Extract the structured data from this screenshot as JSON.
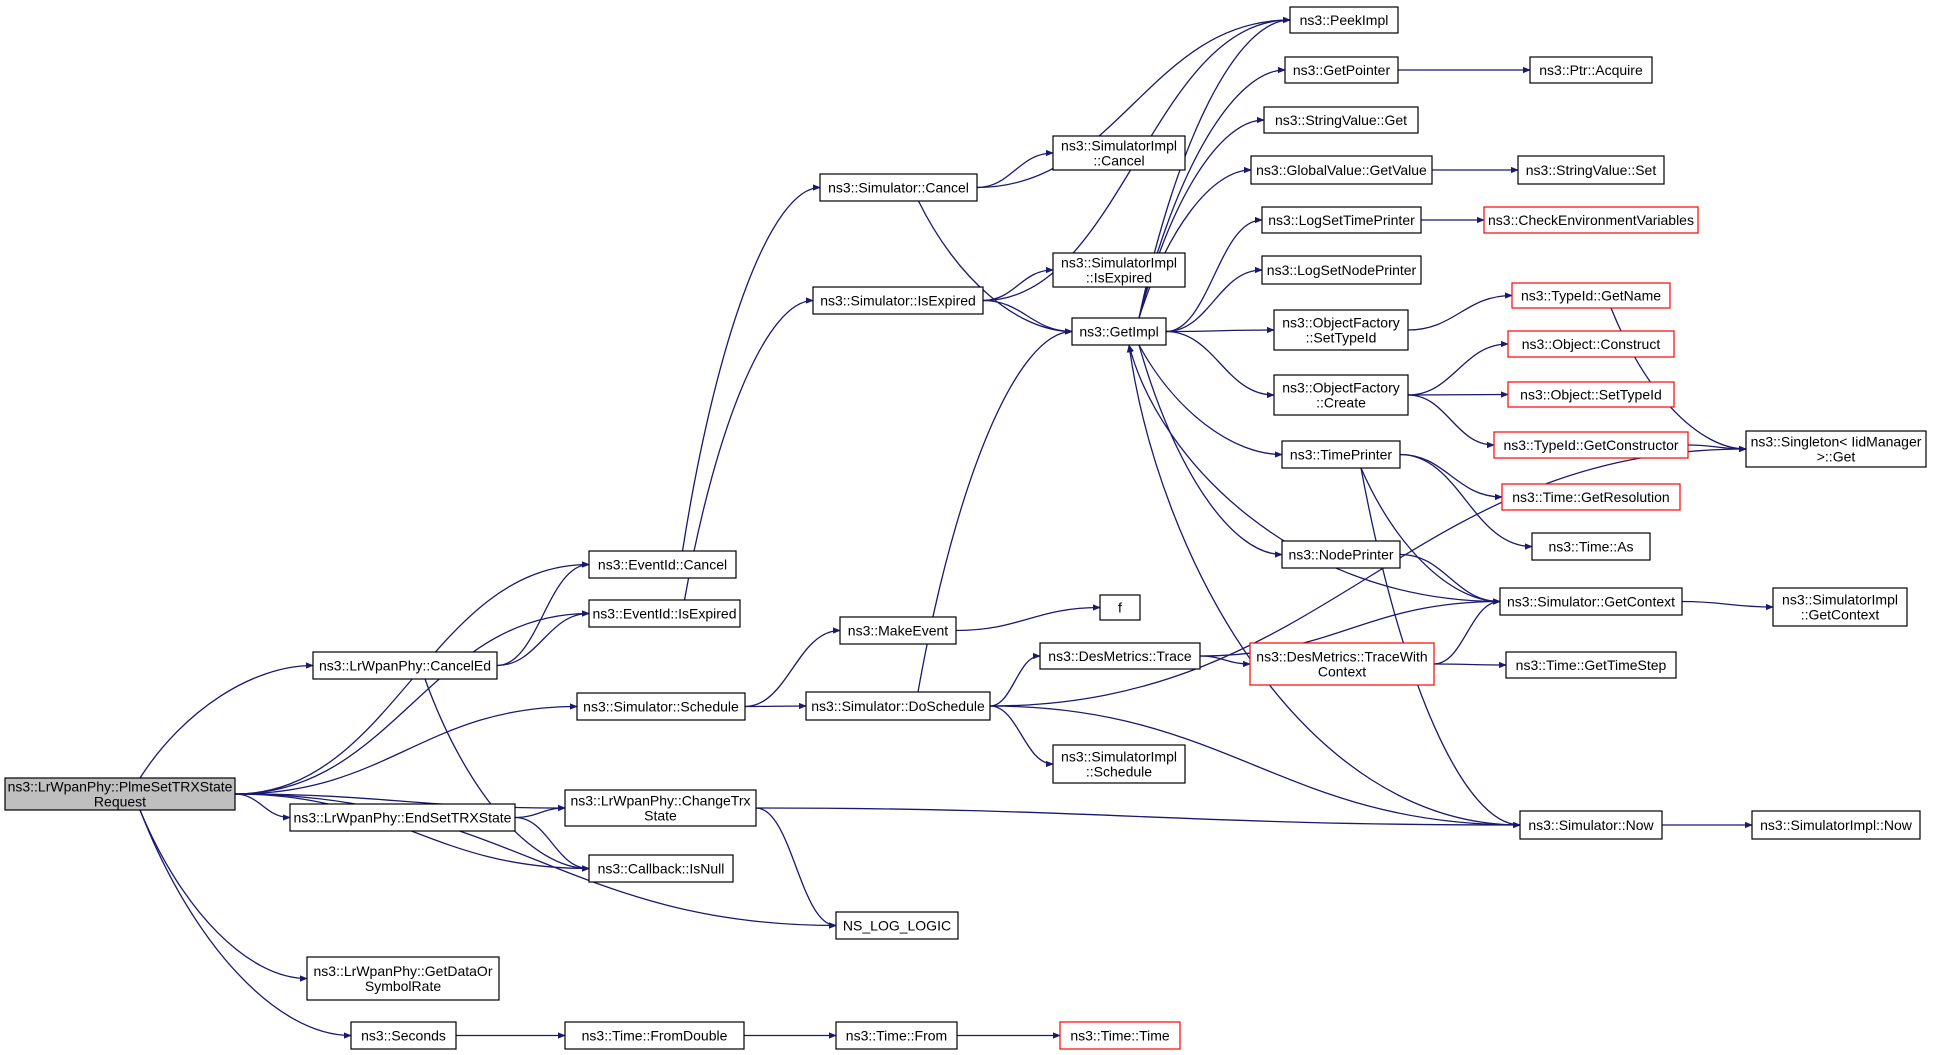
{
  "colors": {
    "edge": "#191970",
    "node_border": "#000000",
    "node_border_truncated": "#ff0000",
    "node_fill": "#ffffff",
    "root_fill": "#bfbfbf"
  },
  "nodes": [
    {
      "id": "root",
      "lines": [
        "ns3::LrWpanPhy::PlmeSetTRXState",
        "Request"
      ],
      "kind": "root"
    },
    {
      "id": "eventid_cancel",
      "lines": [
        "ns3::EventId::Cancel"
      ],
      "kind": "normal"
    },
    {
      "id": "eventid_isexpired",
      "lines": [
        "ns3::EventId::IsExpired"
      ],
      "kind": "normal"
    },
    {
      "id": "canceled",
      "lines": [
        "ns3::LrWpanPhy::CancelEd"
      ],
      "kind": "normal"
    },
    {
      "id": "sim_schedule",
      "lines": [
        "ns3::Simulator::Schedule"
      ],
      "kind": "normal"
    },
    {
      "id": "changetrx",
      "lines": [
        "ns3::LrWpanPhy::ChangeTrx",
        "State"
      ],
      "kind": "normal"
    },
    {
      "id": "endsettrx",
      "lines": [
        "ns3::LrWpanPhy::EndSetTRXState"
      ],
      "kind": "normal"
    },
    {
      "id": "cb_isnull",
      "lines": [
        "ns3::Callback::IsNull"
      ],
      "kind": "normal"
    },
    {
      "id": "ns_log_logic",
      "lines": [
        "NS_LOG_LOGIC"
      ],
      "kind": "normal"
    },
    {
      "id": "getdataor",
      "lines": [
        "ns3::LrWpanPhy::GetDataOr",
        "SymbolRate"
      ],
      "kind": "normal"
    },
    {
      "id": "seconds",
      "lines": [
        "ns3::Seconds"
      ],
      "kind": "normal"
    },
    {
      "id": "sim_cancel",
      "lines": [
        "ns3::Simulator::Cancel"
      ],
      "kind": "normal"
    },
    {
      "id": "sim_isexpired",
      "lines": [
        "ns3::Simulator::IsExpired"
      ],
      "kind": "normal"
    },
    {
      "id": "makeevent",
      "lines": [
        "ns3::MakeEvent"
      ],
      "kind": "normal"
    },
    {
      "id": "doschedule",
      "lines": [
        "ns3::Simulator::DoSchedule"
      ],
      "kind": "normal"
    },
    {
      "id": "fromdouble",
      "lines": [
        "ns3::Time::FromDouble"
      ],
      "kind": "normal"
    },
    {
      "id": "simimpl_cancel",
      "lines": [
        "ns3::SimulatorImpl",
        "::Cancel"
      ],
      "kind": "normal"
    },
    {
      "id": "simimpl_isexpired",
      "lines": [
        "ns3::SimulatorImpl",
        "::IsExpired"
      ],
      "kind": "normal"
    },
    {
      "id": "getimpl",
      "lines": [
        "ns3::GetImpl"
      ],
      "kind": "normal"
    },
    {
      "id": "f",
      "lines": [
        "f"
      ],
      "kind": "normal"
    },
    {
      "id": "desmetrics_trace",
      "lines": [
        "ns3::DesMetrics::Trace"
      ],
      "kind": "normal"
    },
    {
      "id": "simimpl_schedule",
      "lines": [
        "ns3::SimulatorImpl",
        "::Schedule"
      ],
      "kind": "normal"
    },
    {
      "id": "time_from",
      "lines": [
        "ns3::Time::From"
      ],
      "kind": "normal"
    },
    {
      "id": "peekimpl",
      "lines": [
        "ns3::PeekImpl"
      ],
      "kind": "normal"
    },
    {
      "id": "getpointer",
      "lines": [
        "ns3::GetPointer"
      ],
      "kind": "normal"
    },
    {
      "id": "stringvalue_get",
      "lines": [
        "ns3::StringValue::Get"
      ],
      "kind": "normal"
    },
    {
      "id": "globalvalue_getvalue",
      "lines": [
        "ns3::GlobalValue::GetValue"
      ],
      "kind": "normal"
    },
    {
      "id": "logsettimeprinter",
      "lines": [
        "ns3::LogSetTimePrinter"
      ],
      "kind": "normal"
    },
    {
      "id": "logsetnodeprinter",
      "lines": [
        "ns3::LogSetNodePrinter"
      ],
      "kind": "normal"
    },
    {
      "id": "objfactory_settypeid",
      "lines": [
        "ns3::ObjectFactory",
        "::SetTypeId"
      ],
      "kind": "normal"
    },
    {
      "id": "objfactory_create",
      "lines": [
        "ns3::ObjectFactory",
        "::Create"
      ],
      "kind": "normal"
    },
    {
      "id": "timeprinter",
      "lines": [
        "ns3::TimePrinter"
      ],
      "kind": "normal"
    },
    {
      "id": "nodeprinter",
      "lines": [
        "ns3::NodePrinter"
      ],
      "kind": "normal"
    },
    {
      "id": "tracewithcontext",
      "lines": [
        "ns3::DesMetrics::TraceWith",
        "Context"
      ],
      "kind": "truncated"
    },
    {
      "id": "time_time",
      "lines": [
        "ns3::Time::Time"
      ],
      "kind": "truncated"
    },
    {
      "id": "ptr_acquire",
      "lines": [
        "ns3::Ptr::Acquire"
      ],
      "kind": "normal"
    },
    {
      "id": "stringvalue_set",
      "lines": [
        "ns3::StringValue::Set"
      ],
      "kind": "normal"
    },
    {
      "id": "checkenv",
      "lines": [
        "ns3::CheckEnvironmentVariables"
      ],
      "kind": "truncated"
    },
    {
      "id": "typeid_getname",
      "lines": [
        "ns3::TypeId::GetName"
      ],
      "kind": "truncated"
    },
    {
      "id": "object_construct",
      "lines": [
        "ns3::Object::Construct"
      ],
      "kind": "truncated"
    },
    {
      "id": "object_settypeid",
      "lines": [
        "ns3::Object::SetTypeId"
      ],
      "kind": "truncated"
    },
    {
      "id": "typeid_getconstructor",
      "lines": [
        "ns3::TypeId::GetConstructor"
      ],
      "kind": "truncated"
    },
    {
      "id": "time_getresolution",
      "lines": [
        "ns3::Time::GetResolution"
      ],
      "kind": "truncated"
    },
    {
      "id": "time_as",
      "lines": [
        "ns3::Time::As"
      ],
      "kind": "normal"
    },
    {
      "id": "sim_getcontext",
      "lines": [
        "ns3::Simulator::GetContext"
      ],
      "kind": "normal"
    },
    {
      "id": "time_gettimestep",
      "lines": [
        "ns3::Time::GetTimeStep"
      ],
      "kind": "normal"
    },
    {
      "id": "sim_now",
      "lines": [
        "ns3::Simulator::Now"
      ],
      "kind": "normal"
    },
    {
      "id": "singleton_get",
      "lines": [
        "ns3::Singleton< IidManager",
        ">::Get"
      ],
      "kind": "normal"
    },
    {
      "id": "simimpl_getcontext",
      "lines": [
        "ns3::SimulatorImpl",
        "::GetContext"
      ],
      "kind": "normal"
    },
    {
      "id": "simimpl_now",
      "lines": [
        "ns3::SimulatorImpl::Now"
      ],
      "kind": "normal"
    }
  ],
  "edges": [
    [
      "root",
      "eventid_cancel"
    ],
    [
      "root",
      "eventid_isexpired"
    ],
    [
      "root",
      "canceled"
    ],
    [
      "root",
      "sim_schedule"
    ],
    [
      "root",
      "changetrx"
    ],
    [
      "root",
      "endsettrx"
    ],
    [
      "root",
      "cb_isnull"
    ],
    [
      "root",
      "ns_log_logic"
    ],
    [
      "root",
      "getdataor"
    ],
    [
      "root",
      "seconds"
    ],
    [
      "canceled",
      "eventid_cancel"
    ],
    [
      "canceled",
      "eventid_isexpired"
    ],
    [
      "canceled",
      "cb_isnull"
    ],
    [
      "endsettrx",
      "changetrx"
    ],
    [
      "endsettrx",
      "cb_isnull"
    ],
    [
      "eventid_cancel",
      "sim_cancel"
    ],
    [
      "eventid_isexpired",
      "sim_isexpired"
    ],
    [
      "sim_schedule",
      "makeevent"
    ],
    [
      "sim_schedule",
      "doschedule"
    ],
    [
      "changetrx",
      "ns_log_logic"
    ],
    [
      "changetrx",
      "sim_now"
    ],
    [
      "seconds",
      "fromdouble"
    ],
    [
      "fromdouble",
      "time_from"
    ],
    [
      "time_from",
      "time_time"
    ],
    [
      "sim_cancel",
      "simimpl_cancel"
    ],
    [
      "sim_cancel",
      "getimpl"
    ],
    [
      "sim_cancel",
      "peekimpl"
    ],
    [
      "sim_isexpired",
      "simimpl_isexpired"
    ],
    [
      "sim_isexpired",
      "getimpl"
    ],
    [
      "sim_isexpired",
      "peekimpl"
    ],
    [
      "makeevent",
      "f"
    ],
    [
      "doschedule",
      "getimpl"
    ],
    [
      "doschedule",
      "desmetrics_trace"
    ],
    [
      "doschedule",
      "simimpl_schedule"
    ],
    [
      "doschedule",
      "sim_now"
    ],
    [
      "doschedule",
      "singleton_get"
    ],
    [
      "getimpl",
      "peekimpl"
    ],
    [
      "getimpl",
      "getpointer"
    ],
    [
      "getimpl",
      "stringvalue_get"
    ],
    [
      "getimpl",
      "globalvalue_getvalue"
    ],
    [
      "getimpl",
      "logsettimeprinter"
    ],
    [
      "getimpl",
      "logsetnodeprinter"
    ],
    [
      "getimpl",
      "objfactory_settypeid"
    ],
    [
      "getimpl",
      "objfactory_create"
    ],
    [
      "getimpl",
      "timeprinter"
    ],
    [
      "getimpl",
      "nodeprinter"
    ],
    [
      "desmetrics_trace",
      "tracewithcontext"
    ],
    [
      "desmetrics_trace",
      "sim_getcontext"
    ],
    [
      "tracewithcontext",
      "sim_getcontext"
    ],
    [
      "tracewithcontext",
      "time_gettimestep"
    ],
    [
      "getpointer",
      "ptr_acquire"
    ],
    [
      "globalvalue_getvalue",
      "stringvalue_set"
    ],
    [
      "logsettimeprinter",
      "checkenv"
    ],
    [
      "objfactory_settypeid",
      "typeid_getname"
    ],
    [
      "objfactory_create",
      "object_construct"
    ],
    [
      "objfactory_create",
      "object_settypeid"
    ],
    [
      "objfactory_create",
      "typeid_getconstructor"
    ],
    [
      "timeprinter",
      "time_getresolution"
    ],
    [
      "timeprinter",
      "time_as"
    ],
    [
      "timeprinter",
      "sim_getcontext"
    ],
    [
      "timeprinter",
      "sim_now"
    ],
    [
      "nodeprinter",
      "sim_getcontext"
    ],
    [
      "typeid_getname",
      "singleton_get"
    ],
    [
      "typeid_getconstructor",
      "singleton_get"
    ],
    [
      "sim_getcontext",
      "getimpl"
    ],
    [
      "sim_getcontext",
      "simimpl_getcontext"
    ],
    [
      "sim_now",
      "getimpl"
    ],
    [
      "sim_now",
      "simimpl_now"
    ]
  ]
}
